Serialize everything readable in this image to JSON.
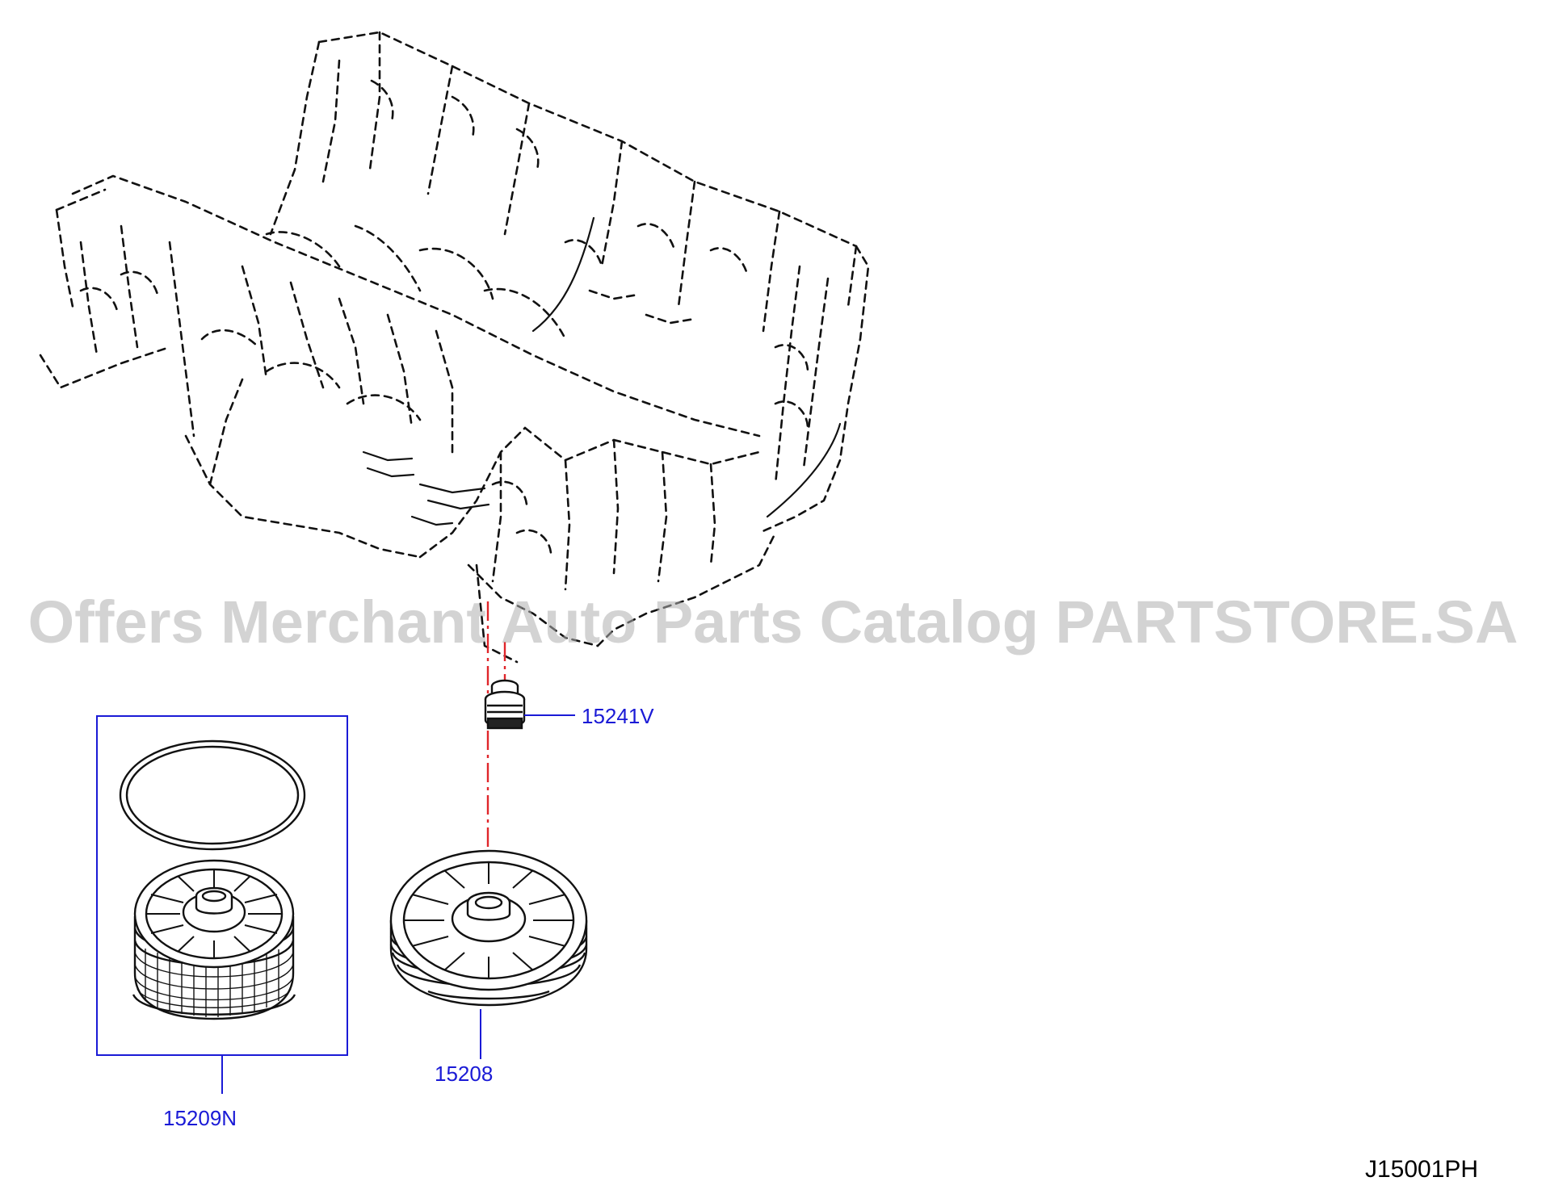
{
  "diagram": {
    "drawing_code": "J15001PH",
    "watermark": "Offers Merchant Auto Parts Catalog PARTSTORE.SA",
    "parts": [
      {
        "part_no": "15241V",
        "description": ""
      },
      {
        "part_no": "15208",
        "description": ""
      },
      {
        "part_no": "15209N",
        "description": ""
      }
    ]
  },
  "colors": {
    "callout": "#1a1ad6",
    "center_line": "#e0262b",
    "drawing": "#111111",
    "watermark": "#afafaf"
  }
}
